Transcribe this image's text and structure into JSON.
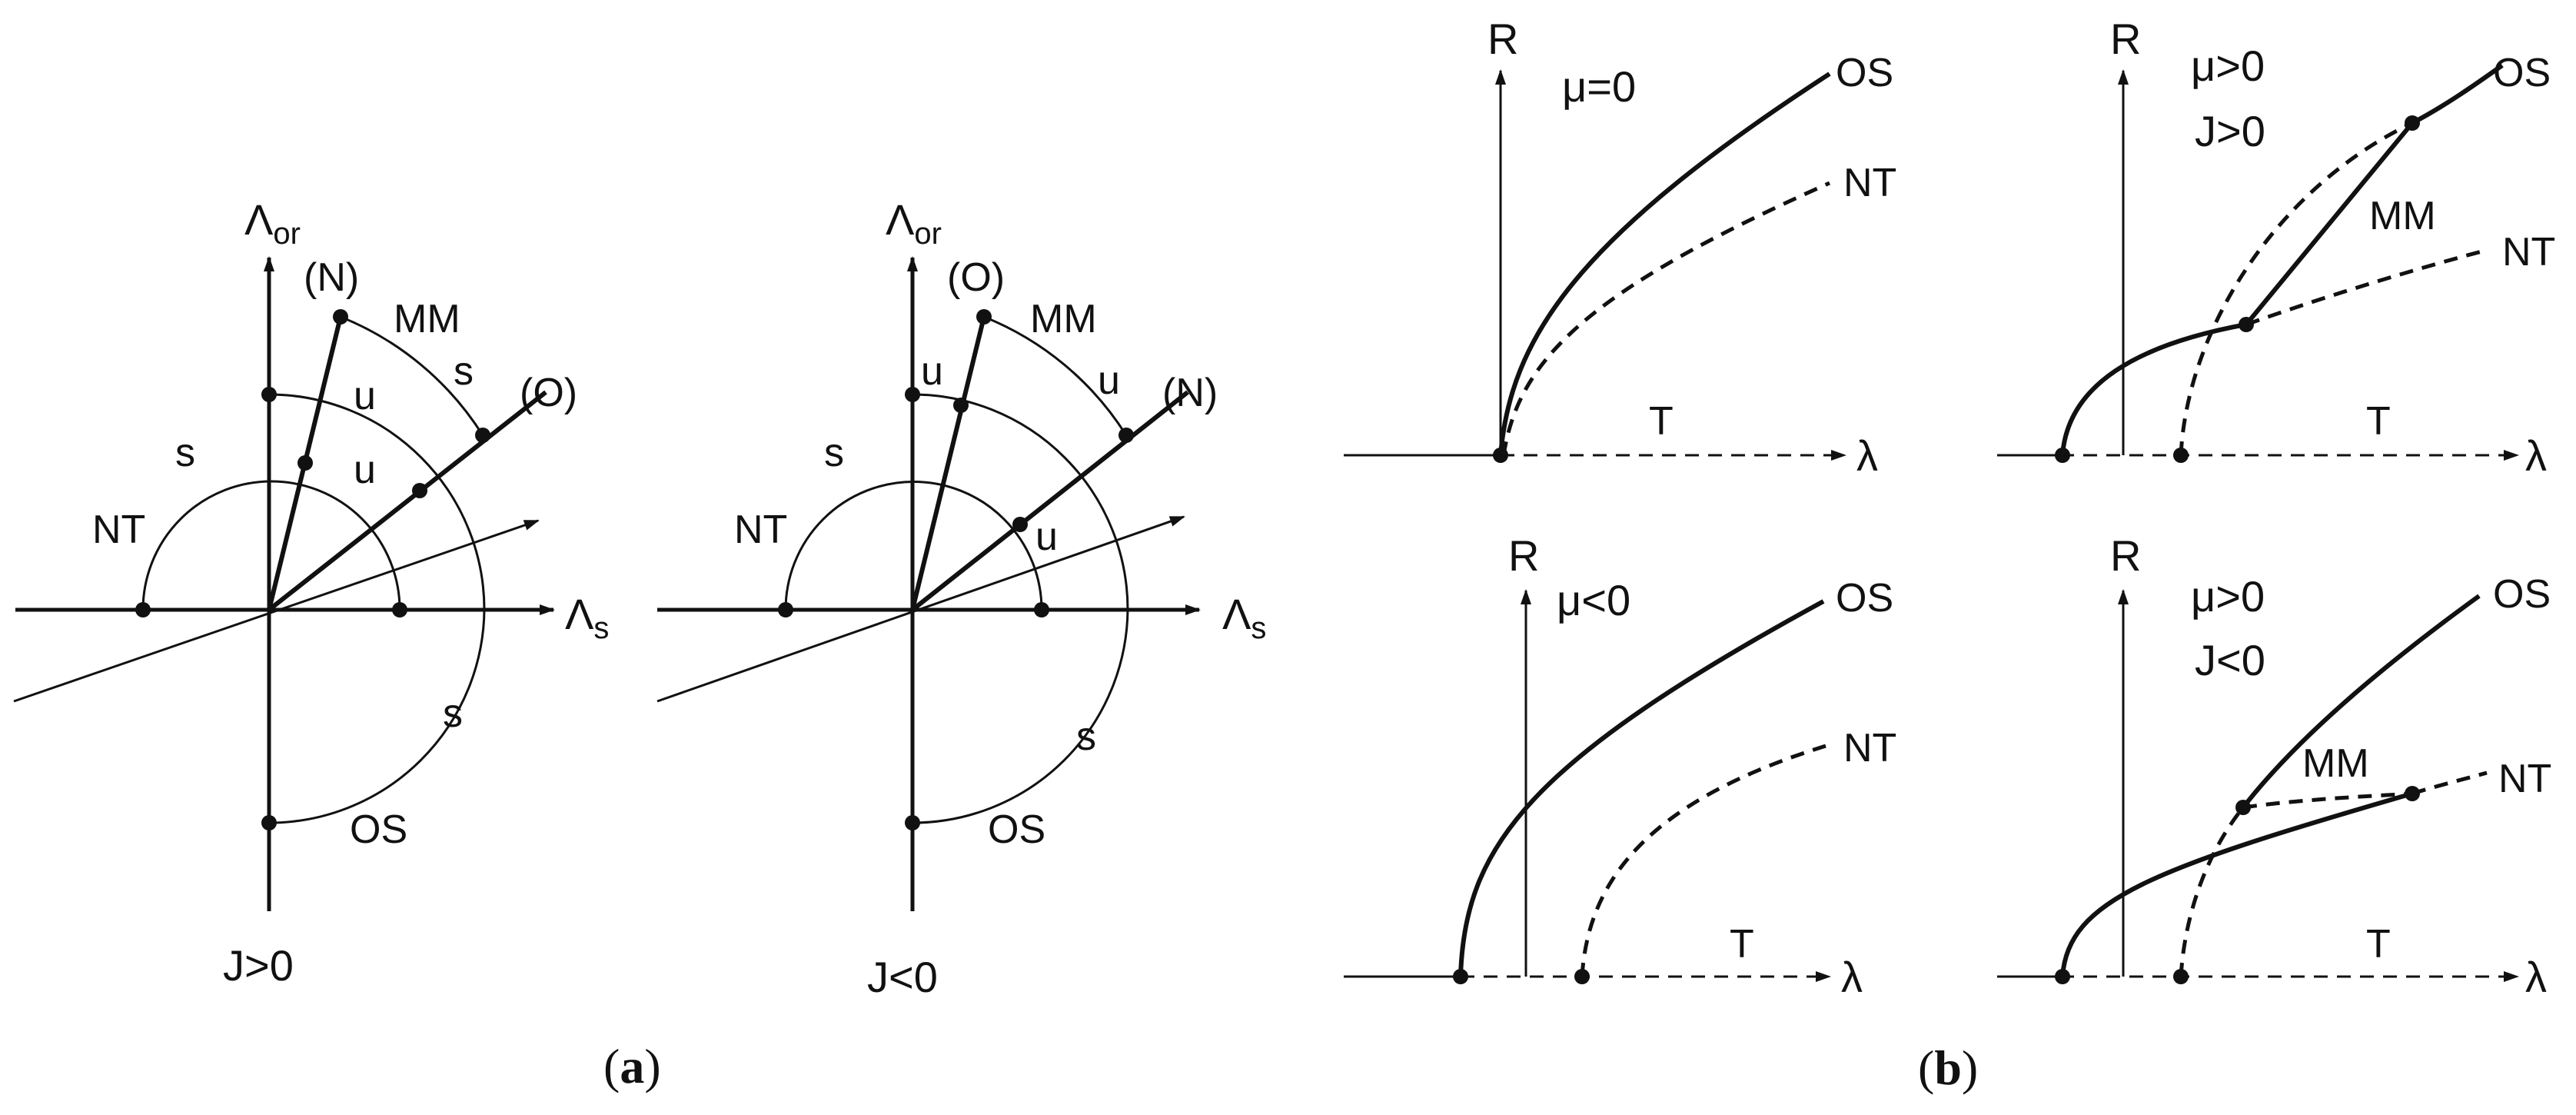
{
  "panel_a": {
    "caption": "(a)",
    "left": {
      "yaxis_main": "Λ",
      "yaxis_sub": "or",
      "xaxis_main": "Λ",
      "xaxis_sub": "s",
      "ray_upper": "(N)",
      "ray_lower": "(O)",
      "mm": "MM",
      "nt": "NT",
      "os": "OS",
      "s_left": "s",
      "s_mm": "s",
      "s_os": "s",
      "u_upper": "u",
      "u_lower": "u",
      "condition": "J>0"
    },
    "right": {
      "yaxis_main": "Λ",
      "yaxis_sub": "or",
      "xaxis_main": "Λ",
      "xaxis_sub": "s",
      "ray_upper": "(O)",
      "ray_lower": "(N)",
      "mm": "MM",
      "nt": "NT",
      "os": "OS",
      "s_left": "s",
      "s_os": "s",
      "u_upper": "u",
      "u_mm": "u",
      "u_lower": "u",
      "condition": "J<0"
    }
  },
  "panel_b": {
    "caption": "(b)",
    "top_left": {
      "y": "R",
      "x": "λ",
      "cond1": "μ=0",
      "os": "OS",
      "nt": "NT",
      "t": "T"
    },
    "top_right": {
      "y": "R",
      "x": "λ",
      "cond1": "μ>0",
      "cond2": "J>0",
      "os": "OS",
      "nt": "NT",
      "mm": "MM",
      "t": "T"
    },
    "bottom_left": {
      "y": "R",
      "x": "λ",
      "cond1": "μ<0",
      "os": "OS",
      "nt": "NT",
      "t": "T"
    },
    "bottom_right": {
      "y": "R",
      "x": "λ",
      "cond1": "μ>0",
      "cond2": "J<0",
      "os": "OS",
      "nt": "NT",
      "mm": "MM",
      "t": "T"
    }
  }
}
